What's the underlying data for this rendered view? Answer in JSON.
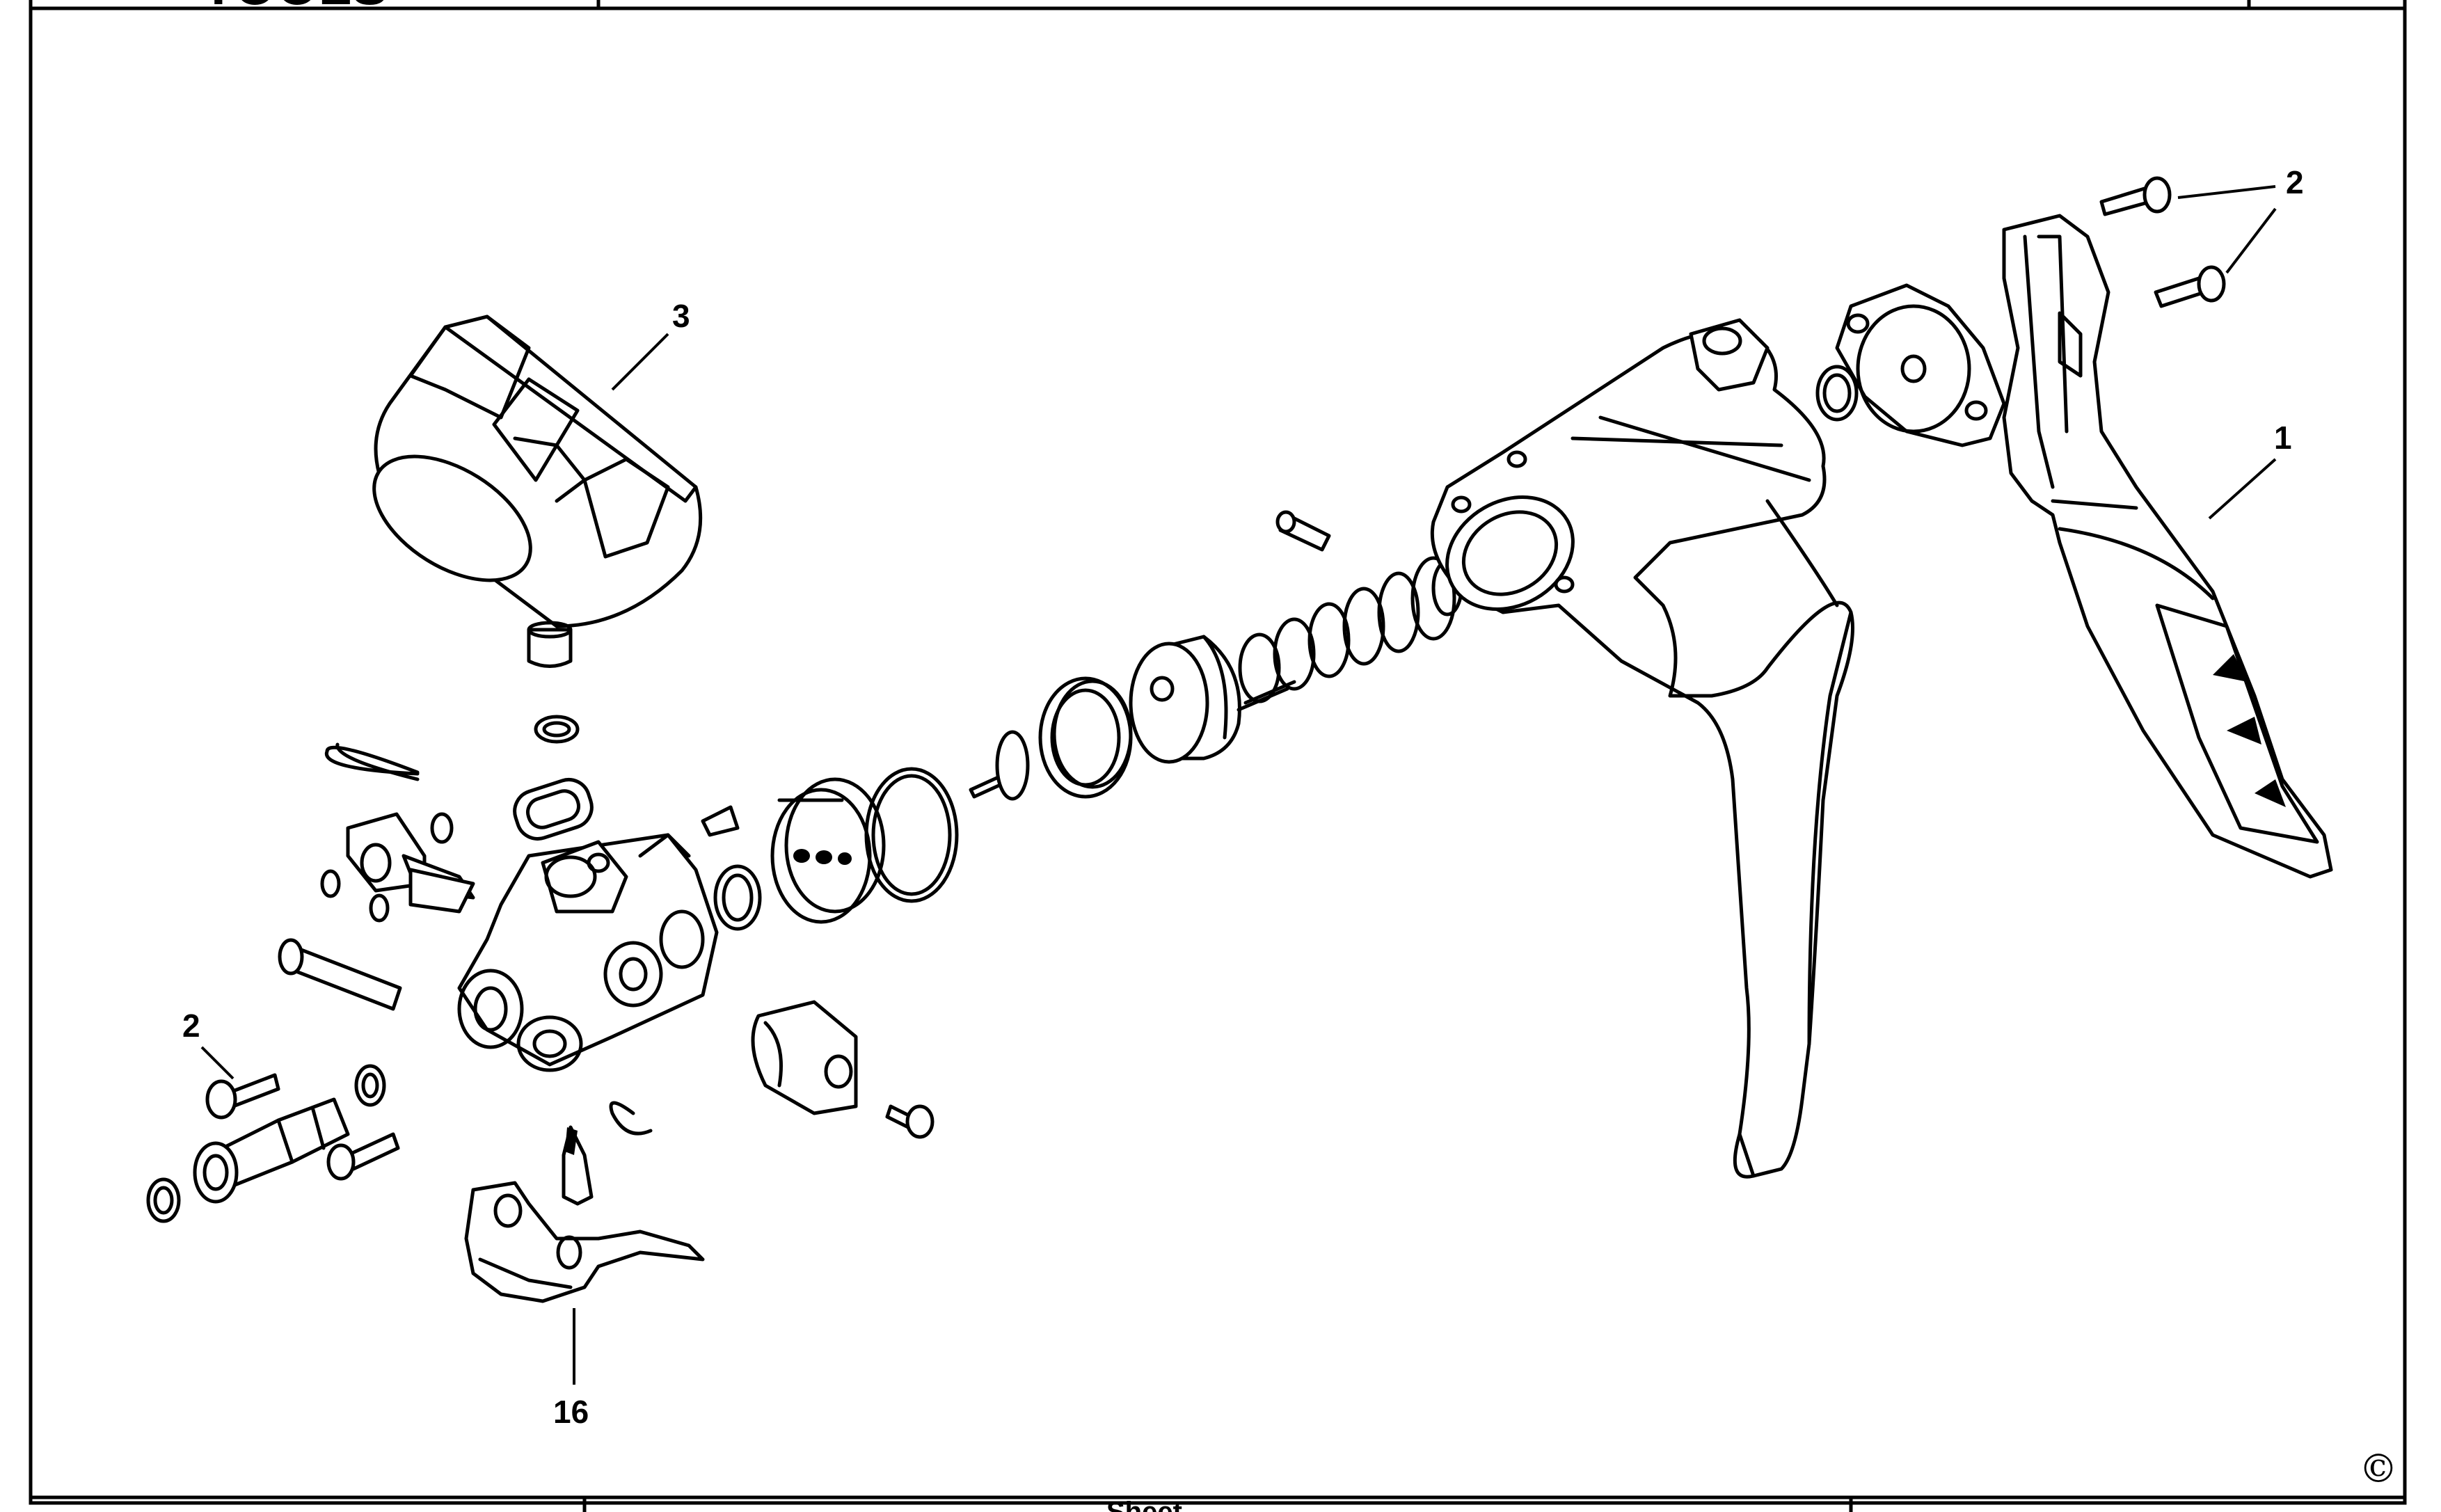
{
  "header": {
    "logo_text": "TOOLS"
  },
  "callouts": [
    {
      "id": "c1",
      "text": "1"
    },
    {
      "id": "c2a",
      "text": "2"
    },
    {
      "id": "c2b",
      "text": "2"
    },
    {
      "id": "c3",
      "text": "3"
    },
    {
      "id": "c16",
      "text": "16"
    }
  ],
  "footer": {
    "center_text": "Sheet",
    "copyright_symbol": "©"
  },
  "colors": {
    "line": "#000000",
    "background": "#ffffff"
  }
}
